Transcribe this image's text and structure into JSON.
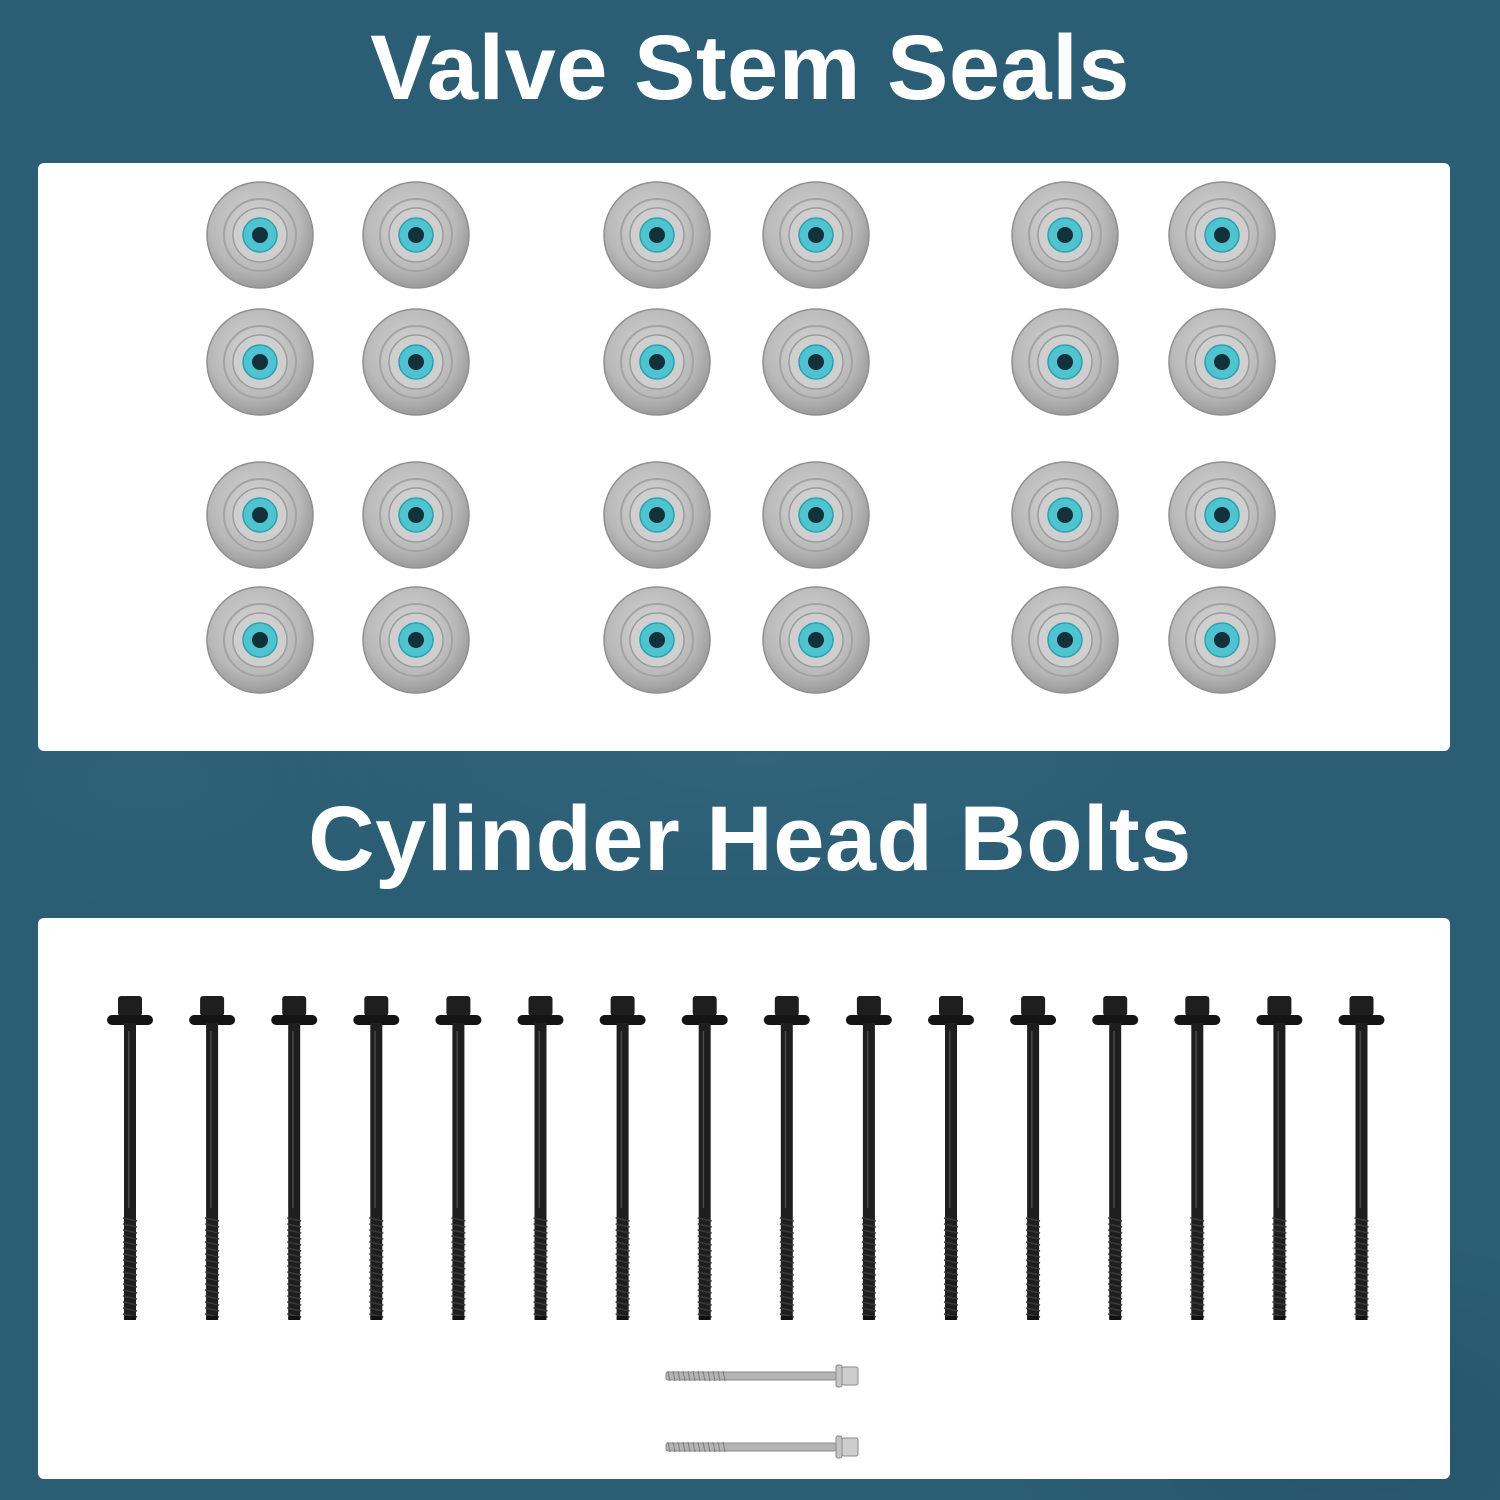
{
  "headings": {
    "valve_stem_seals": "Valve Stem Seals",
    "cylinder_head_bolts": "Cylinder Head Bolts"
  },
  "colors": {
    "background": "#2b5d74",
    "panel": "#ffffff",
    "heading_text": "#ffffff",
    "seal_washer": "#b9b9b9",
    "seal_ring": "#4fc3cf",
    "bolt": "#1e1e1e",
    "small_bolt": "#b4b4b4"
  },
  "icons": {
    "seal": "valve-stem-seal-icon",
    "bolt": "cylinder-head-bolt-icon",
    "small_bolt": "small-bolt-icon"
  },
  "items": {
    "valve_stem_seals_count": 24,
    "long_bolts_count": 16,
    "short_bolts_count": 2
  }
}
